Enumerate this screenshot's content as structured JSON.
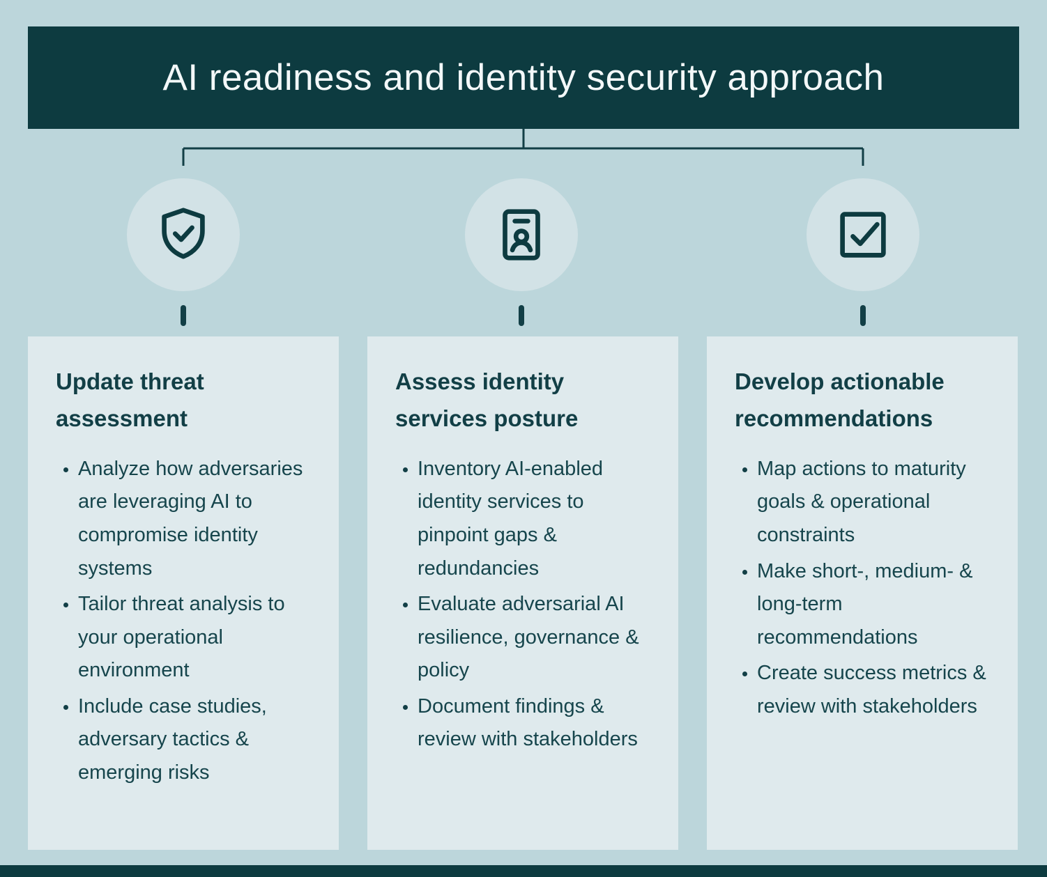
{
  "title": "AI readiness and identity security approach",
  "colors": {
    "background": "#bcd6db",
    "banner": "#0d3b40",
    "card": "#dfeaed",
    "icon_circle": "#d2e2e6",
    "text": "#123f46"
  },
  "columns": [
    {
      "icon": "shield-check-icon",
      "heading": "Update threat assessment",
      "bullets": [
        "Analyze how adversaries are leveraging AI to compromise identity systems",
        "Tailor threat analysis to your operational environment",
        "Include case studies, adversary tactics & emerging risks"
      ]
    },
    {
      "icon": "id-badge-icon",
      "heading": "Assess identity services posture",
      "bullets": [
        "Inventory AI-enabled identity services to pinpoint gaps & redundancies",
        "Evaluate adversarial AI resilience, governance & policy",
        "Document findings & review with stakeholders"
      ]
    },
    {
      "icon": "checkbox-check-icon",
      "heading": "Develop actionable recommendations",
      "bullets": [
        "Map actions to maturity goals & operational constraints",
        "Make short-, medium- & long-term recommendations",
        "Create success metrics & review with stakeholders"
      ]
    }
  ]
}
